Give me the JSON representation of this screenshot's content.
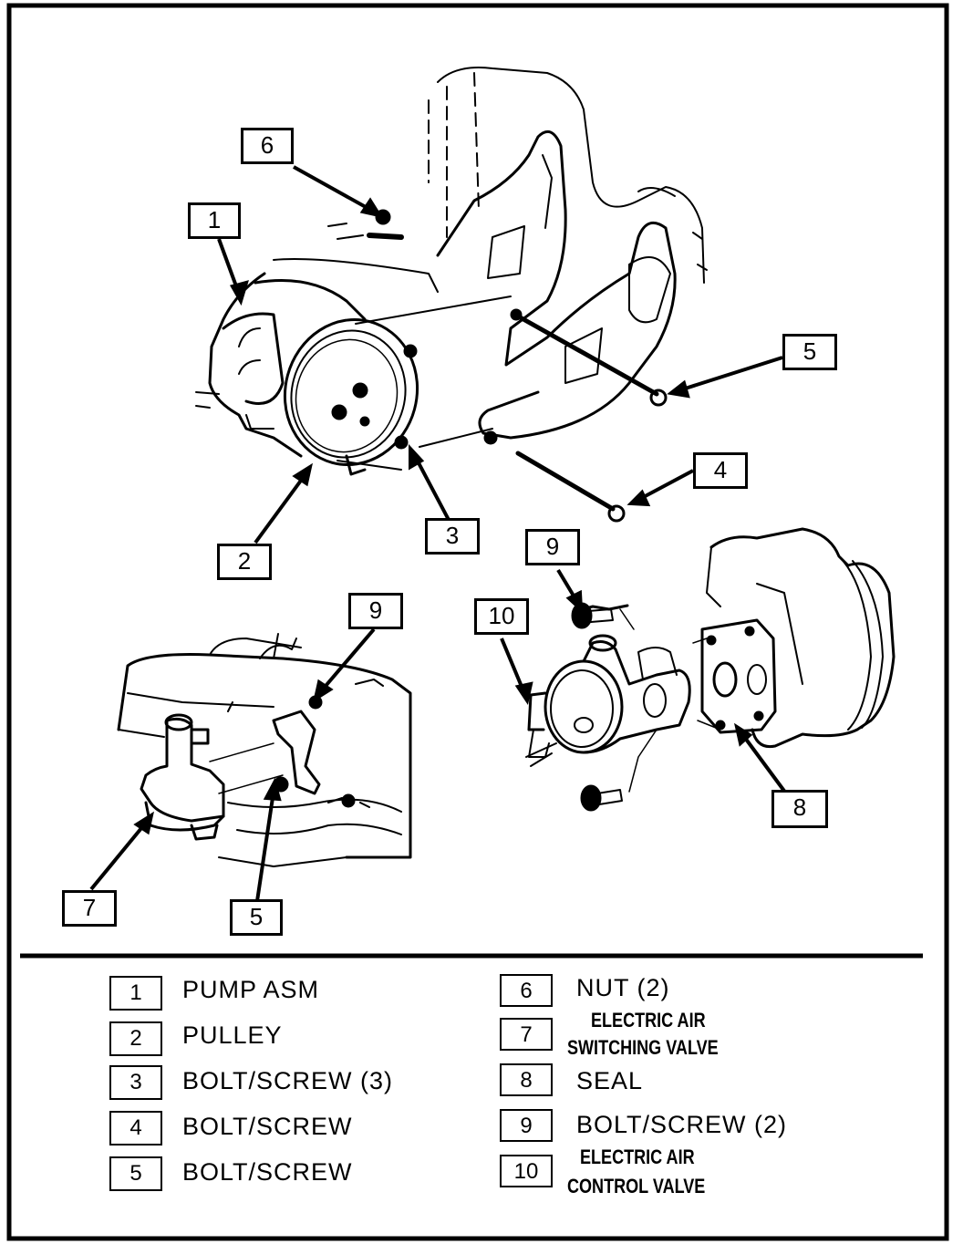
{
  "callouts": {
    "c1": "1",
    "c2": "2",
    "c3": "3",
    "c4": "4",
    "c5_top": "5",
    "c5_bottom": "5",
    "c6": "6",
    "c7": "7",
    "c8": "8",
    "c9_right": "9",
    "c9_left": "9",
    "c10": "10"
  },
  "legend": {
    "left": [
      {
        "num": "1",
        "label": "PUMP ASM"
      },
      {
        "num": "2",
        "label": "PULLEY"
      },
      {
        "num": "3",
        "label": "BOLT/SCREW (3)"
      },
      {
        "num": "4",
        "label": "BOLT/SCREW"
      },
      {
        "num": "5",
        "label": "BOLT/SCREW"
      }
    ],
    "right": [
      {
        "num": "6",
        "label": "NUT (2)"
      },
      {
        "num": "7",
        "label_line1": "ELECTRIC AIR",
        "label_line2": "SWITCHING VALVE"
      },
      {
        "num": "8",
        "label": "SEAL"
      },
      {
        "num": "9",
        "label": "BOLT/SCREW (2)"
      },
      {
        "num": "10",
        "label_line1": "ELECTRIC AIR",
        "label_line2": "CONTROL VALVE"
      }
    ]
  }
}
